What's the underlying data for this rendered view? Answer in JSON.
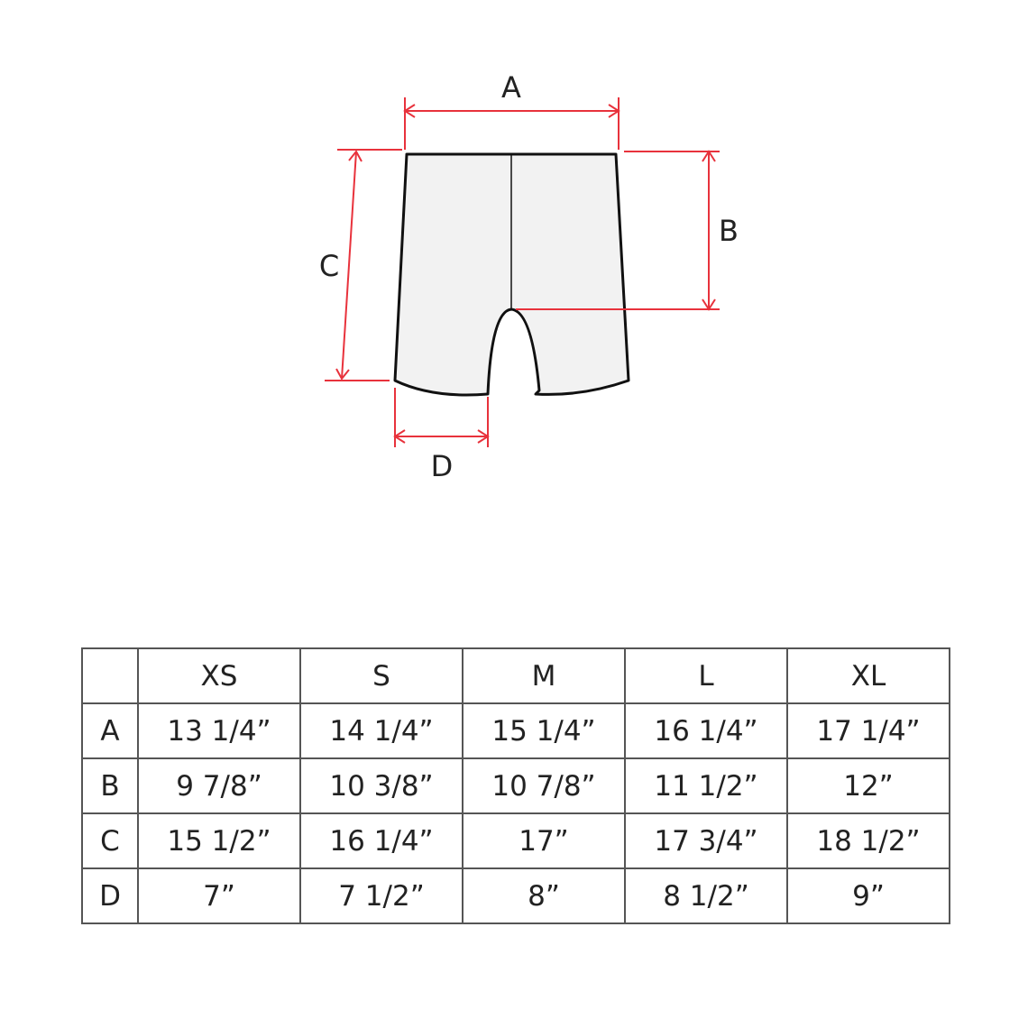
{
  "diagram": {
    "labels": {
      "a": "A",
      "b": "B",
      "c": "C",
      "d": "D"
    },
    "colors": {
      "measure_line": "#e8323c",
      "garment_fill": "#f2f2f2",
      "garment_outline": "#111111"
    }
  },
  "table": {
    "columns": [
      "",
      "XS",
      "S",
      "M",
      "L",
      "XL"
    ],
    "rows": [
      {
        "label": "A",
        "values": [
          "13 1/4”",
          "14 1/4”",
          "15 1/4”",
          "16 1/4”",
          "17 1/4”"
        ]
      },
      {
        "label": "B",
        "values": [
          "9 7/8”",
          "10 3/8”",
          "10 7/8”",
          "11 1/2”",
          "12”"
        ]
      },
      {
        "label": "C",
        "values": [
          "15 1/2”",
          "16 1/4”",
          "17”",
          "17 3/4”",
          "18 1/2”"
        ]
      },
      {
        "label": "D",
        "values": [
          "7”",
          "7 1/2”",
          "8”",
          "8 1/2”",
          "9”"
        ]
      }
    ]
  }
}
